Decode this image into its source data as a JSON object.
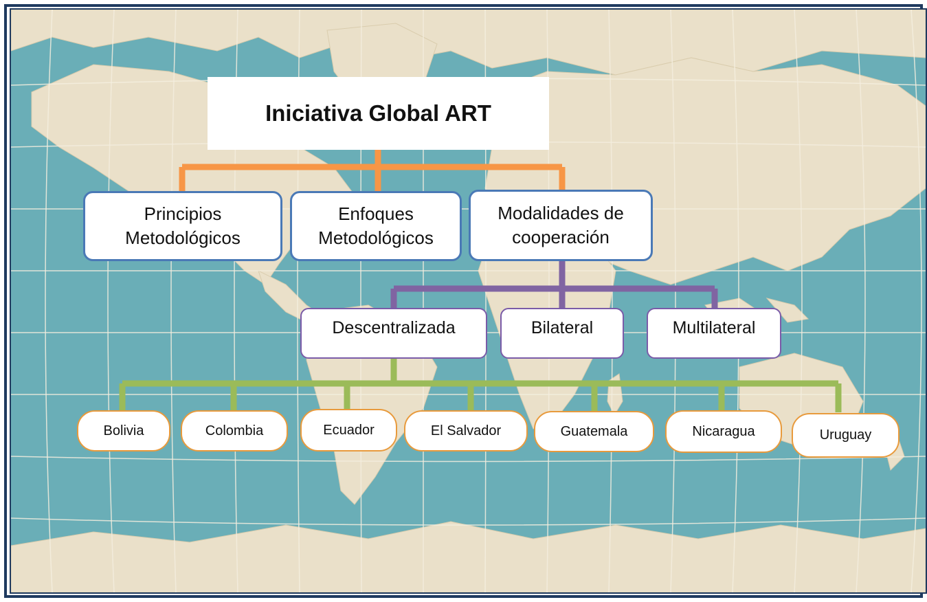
{
  "title": "Iniciativa Global ART",
  "level1": [
    {
      "label": "Principios Metodológicos"
    },
    {
      "label": "Enfoques Metodológicos"
    },
    {
      "label": "Modalidades  de cooperación"
    }
  ],
  "level2": [
    {
      "label": "Descentralizada"
    },
    {
      "label": "Bilateral"
    },
    {
      "label": "Multilateral"
    }
  ],
  "countries": [
    {
      "label": "Bolivia"
    },
    {
      "label": "Colombia"
    },
    {
      "label": "Ecuador"
    },
    {
      "label": "El Salvador"
    },
    {
      "label": "Guatemala"
    },
    {
      "label": "Nicaragua"
    },
    {
      "label": "Uruguay"
    }
  ],
  "colors": {
    "ocean": "#6aaeb7",
    "land": "#eae0c9",
    "title_border": "#c0504d",
    "connector_orange": "#f79646",
    "connector_purple": "#8064a2",
    "connector_green": "#9bbb59",
    "level1_border": "#4a79b6",
    "country_border": "#e89a3c",
    "frame": "#1f3a5f"
  }
}
